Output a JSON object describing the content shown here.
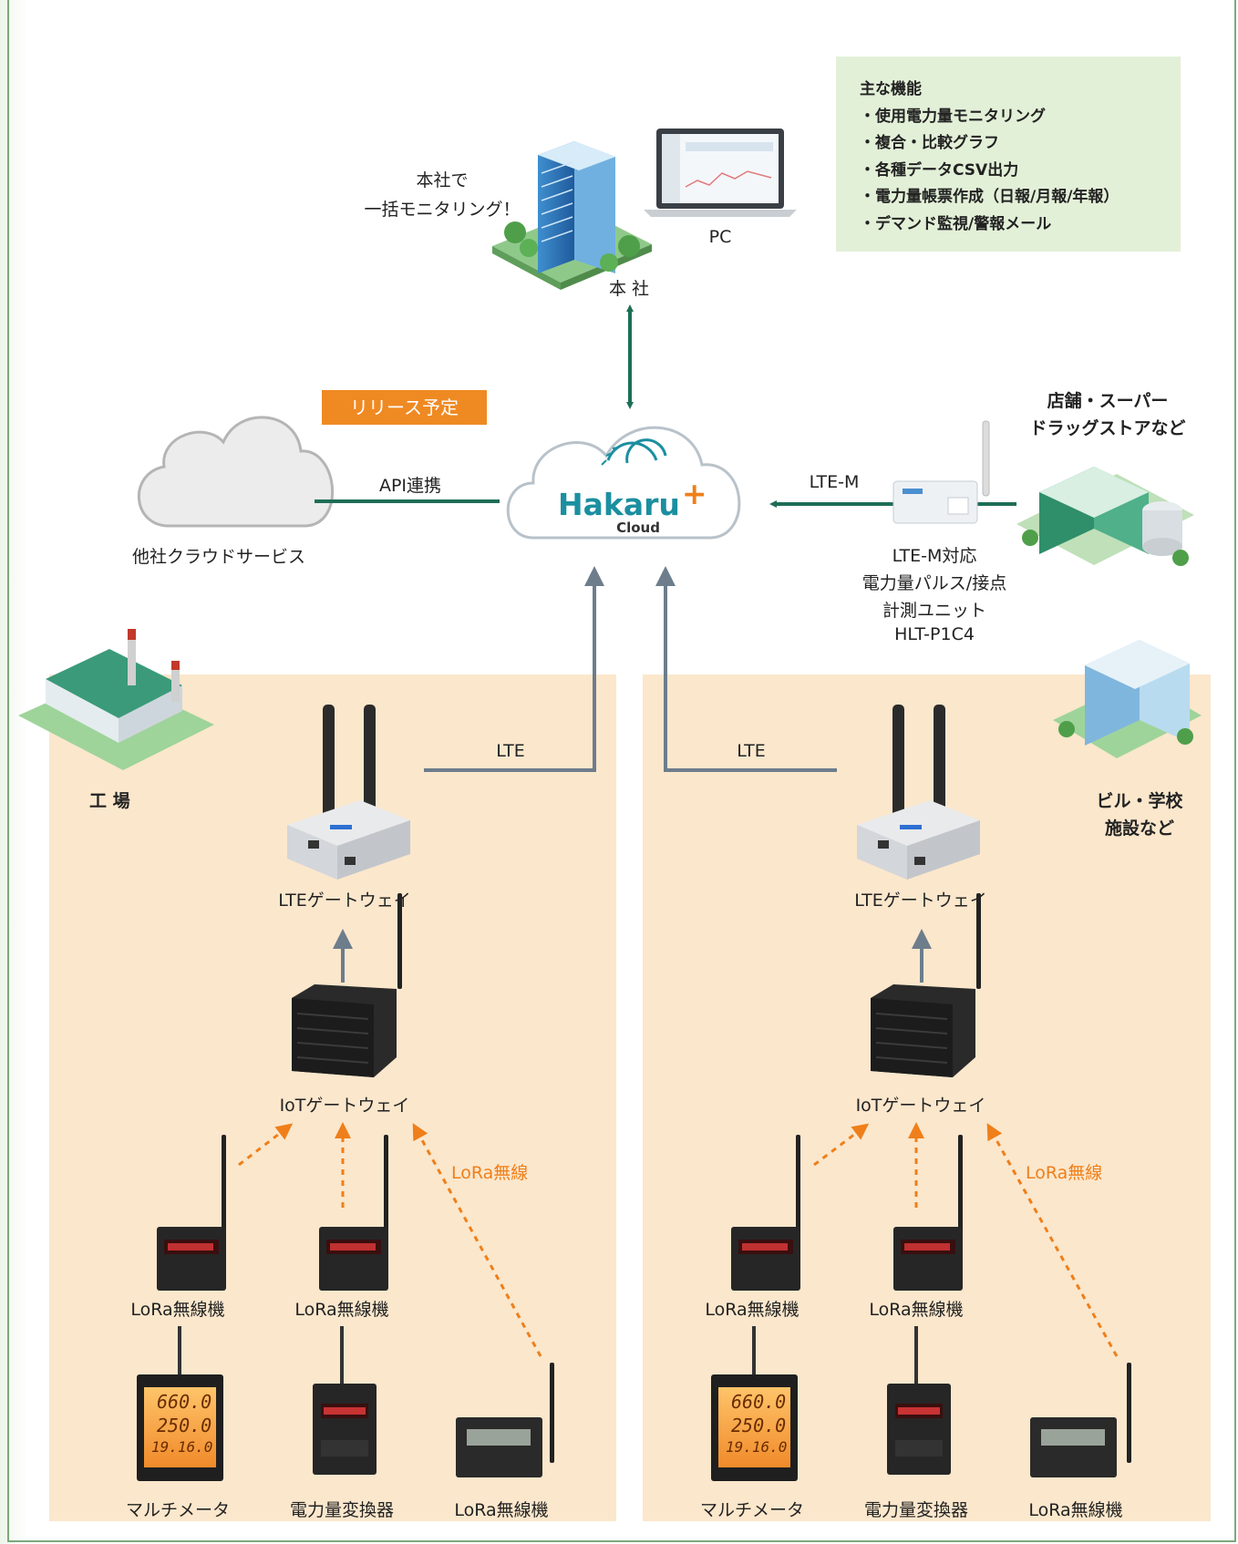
{
  "features": {
    "title": "主な機能",
    "items": [
      "・使用電力量モニタリング",
      "・複合・比較グラフ",
      "・各種データCSV出力",
      "・電力量帳票作成（日報/月報/年報）",
      "・デマンド監視/警報メール"
    ]
  },
  "hq": {
    "callout_line1": "本社で",
    "callout_line2": "一括モニタリング！",
    "pc_label": "PC",
    "building_label": "本 社"
  },
  "cloud": {
    "brand": "Hakaru",
    "plus": "+",
    "sub": "Cloud"
  },
  "release_badge": "リリース予定",
  "api": {
    "link_label": "API連携",
    "other_cloud_label": "他社クラウドサービス"
  },
  "store": {
    "line1": "店舗・スーパー",
    "line2": "ドラッグストアなど",
    "link_label": "LTE-M",
    "unit_line1": "LTE-M対応",
    "unit_line2": "電力量パルス/接点",
    "unit_line3": "計測ユニット",
    "unit_line4": "HLT-P1C4"
  },
  "factory": {
    "site_label": "工 場",
    "lte_label": "LTE",
    "lte_gw": "LTEゲートウェイ",
    "iot_gw": "IoTゲートウェイ",
    "lora_label": "LoRa無線",
    "lora_dev1": "LoRa無線機",
    "lora_dev2": "LoRa無線機",
    "meter": "マルチメータ",
    "converter": "電力量変換器",
    "lora_dev3": "LoRa無線機"
  },
  "building": {
    "site_line1": "ビル・学校",
    "site_line2": "施設など",
    "lte_label": "LTE",
    "lte_gw": "LTEゲートウェイ",
    "iot_gw": "IoTゲートウェイ",
    "lora_label": "LoRa無線",
    "lora_dev1": "LoRa無線機",
    "lora_dev2": "LoRa無線機",
    "meter": "マルチメータ",
    "converter": "電力量変換器",
    "lora_dev3": "LoRa無線機"
  },
  "meter_display": {
    "line1": "660.0",
    "line2": "250.0",
    "line3": "19.16.0"
  },
  "colors": {
    "zone_bg": "#fbe7cc",
    "feature_bg": "#e3f0d8",
    "accent_orange": "#ef7f1a",
    "link_green": "#1e6e56",
    "uplink_gray": "#6d7d8c",
    "brand_teal": "#1b8fa0",
    "frame_green": "#7ba87e"
  }
}
